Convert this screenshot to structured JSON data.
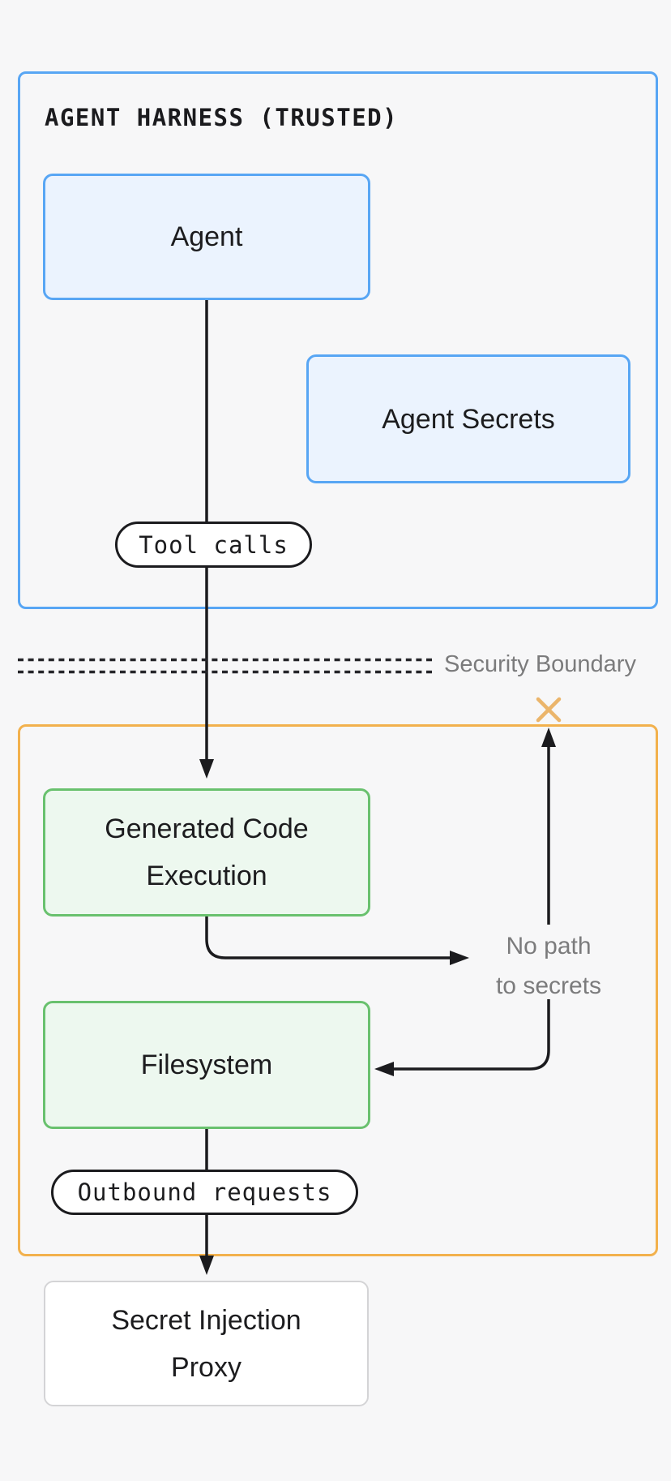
{
  "diagram": {
    "trusted_zone": {
      "title": "AGENT HARNESS (TRUSTED)",
      "agent": {
        "label": "Agent"
      },
      "agent_secrets": {
        "label": "Agent Secrets"
      },
      "tool_calls_pill": {
        "label": "Tool calls"
      }
    },
    "boundary": {
      "label": "Security Boundary",
      "style": "double-dashed-line"
    },
    "sandbox_zone": {
      "generated_code_execution": {
        "label": "Generated Code\nExecution"
      },
      "filesystem": {
        "label": "Filesystem"
      },
      "outbound_pill": {
        "label": "Outbound requests"
      },
      "no_path_note": {
        "text": "No path\nto secrets"
      },
      "blocked_marker_icon": "x-mark"
    },
    "proxy": {
      "label": "Secret Injection\nProxy"
    },
    "colors": {
      "page_background": "#f7f7f8",
      "trusted_border": "#58a6f4",
      "trusted_node_fill": "#ebf3fe",
      "sandbox_border": "#f2b14d",
      "sandbox_node_fill": "#edf8ef",
      "sandbox_node_border": "#69c16e",
      "proxy_border": "#d4d4d6",
      "line_black": "#1b1b1e",
      "muted_text": "#7b7b7c",
      "blocked_x": "#ebb56b"
    }
  }
}
